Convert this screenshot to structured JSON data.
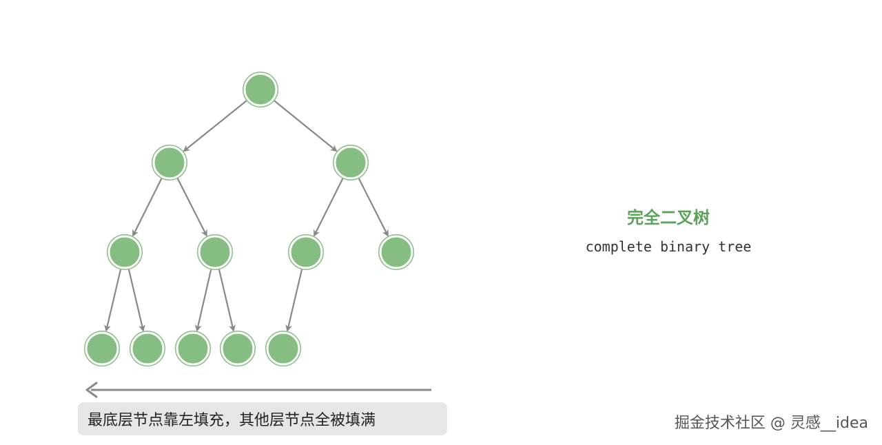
{
  "diagram": {
    "title_zh": "完全二叉树",
    "title_en": "complete binary tree",
    "caption": "最底层节点靠左填充，其他层节点全被填满",
    "watermark": "掘金技术社区 @ 灵感__idea",
    "colors": {
      "node_fill": "#85bd82",
      "edge": "#888888",
      "title_zh": "#5aa257",
      "caption_bg": "#e6e6e6"
    },
    "tree": {
      "levels": 4,
      "node_count": 12,
      "edges": [
        [
          0,
          1
        ],
        [
          0,
          2
        ],
        [
          1,
          3
        ],
        [
          1,
          4
        ],
        [
          2,
          5
        ],
        [
          2,
          6
        ],
        [
          3,
          7
        ],
        [
          3,
          8
        ],
        [
          4,
          9
        ],
        [
          4,
          10
        ],
        [
          5,
          11
        ]
      ]
    }
  }
}
